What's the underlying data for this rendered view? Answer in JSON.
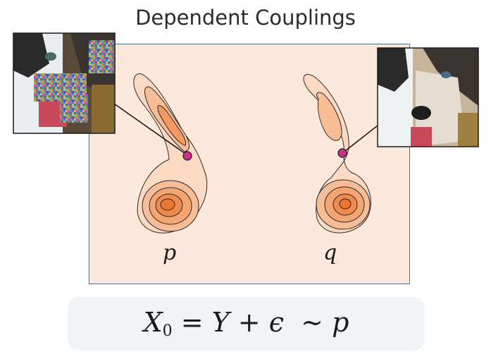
{
  "title": "Dependent Couplings",
  "dist_left_label": "p",
  "dist_right_label": "q",
  "formula": {
    "x": "X",
    "x_sub": "0",
    "eq": " = ",
    "y": "Y",
    "plus": " + ",
    "eps": "ϵ",
    "tilde": "  ∼ ",
    "p": "p"
  },
  "colors": {
    "panel_bg": "#fce9dc",
    "panel_border": "#4f6f8c",
    "contour_light": "#f9ccad",
    "contour_mid": "#f5a470",
    "contour_dark": "#f07d3e",
    "sample_point": "#cc2f8c"
  },
  "images": [
    "husky-noisy-image",
    "husky-clean-image"
  ]
}
